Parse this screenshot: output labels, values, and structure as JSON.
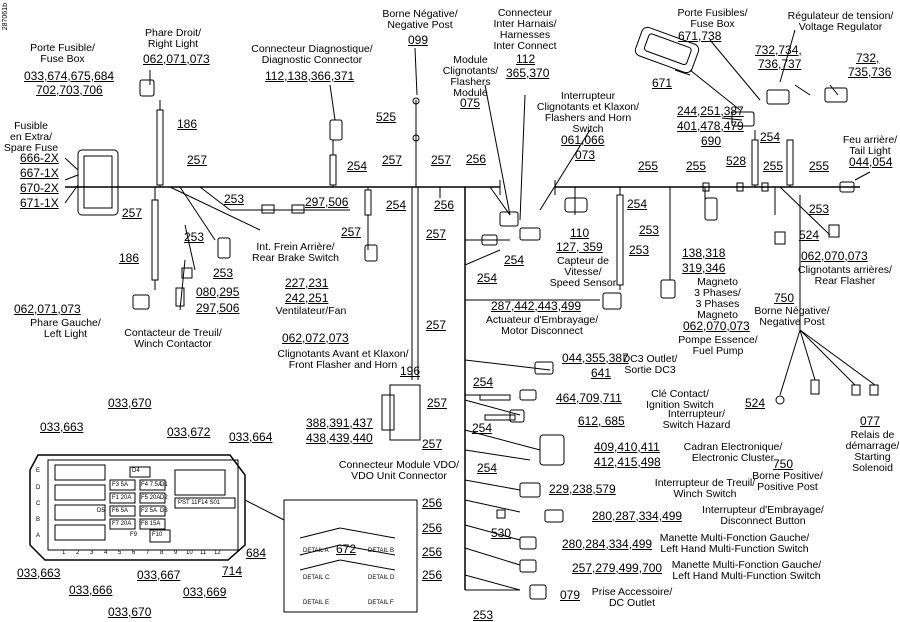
{
  "doc_code": "287061b",
  "callouts": {
    "fuse_box_left_title": "Porte Fusible/\nFuse Box",
    "fuse_box_left_refs_1": "033,674,675,684",
    "fuse_box_left_refs_2": "702,703,706",
    "spare_fuse_title": "Fusible\nen Extra/\nSpare Fuse",
    "spare_1": "666-2X",
    "spare_2": "667-1X",
    "spare_3": "670-2X",
    "spare_4": "671-1X",
    "right_light_title": "Phare Droit/\nRight Light",
    "right_light_refs": "062,071,073",
    "diag_title": "Connecteur Diagnostique/\nDiagnostic Connector",
    "diag_refs": "112,138,366,371",
    "neg_post_title": "Borne Négative/\nNegative Post",
    "neg_post_ref": "099",
    "inter_conn_title": "Connecteur\nInter Harnais/\nHarnesses\nInter Connect",
    "inter_conn_refs_1": "112",
    "inter_conn_refs_2": "365,370",
    "flasher_title": "Module\nClignotants/\nFlashers\nModule",
    "flasher_ref": "075",
    "fuse_box_right_title": "Porte Fusibles/\nFuse Box",
    "fuse_box_right_refs": "671,738",
    "regulator_title": "Régulateur de tension/\nVoltage Regulator",
    "refs_732a_1": "732,734,",
    "refs_732a_2": "736,737",
    "refs_732b_1": "732,",
    "refs_732b_2": "735,736",
    "ref_671": "671",
    "horn_switch_title": "Interrupteur\nClignotants et Klaxon/\nFlashers and Horn\nSwitch",
    "horn_switch_refs_1": "061,066",
    "horn_switch_refs_2": "073",
    "refs_244_1": "244,251,387",
    "refs_244_2": "401,478,479",
    "refs_244_3": "690",
    "tail_light_title": "Feu arrière/\nTail Light",
    "tail_light_refs": "044,054",
    "ref_525": "525",
    "brake_switch_title": "Int. Frein Arrière/\nRear Brake Switch",
    "brake_refs": "297,506",
    "fan_refs_1": "227,231",
    "fan_refs_2": "242,251",
    "fan_title": "Ventilateur/Fan",
    "refs_080": "080,295",
    "refs_297b": "297,506",
    "left_light_refs": "062,071,073",
    "left_light_title": "Phare Gauche/\nLeft Light",
    "winch_contactor_title": "Contacteur de Treuil/\nWinch Contactor",
    "front_flasher_refs": "062,072,073",
    "front_flasher_title": "Clignotants Avant et Klaxon/\nFront Flasher and Horn",
    "speed_refs_1": "110",
    "speed_refs_2": "127, 359",
    "speed_title": "Capteur de\nVitesse/\nSpeed Sensor",
    "clutch_refs": "287,442,443,499",
    "clutch_title": "Actuateur d'Embrayage/\nMotor Disconnect",
    "magneto_refs_1": "138,318",
    "magneto_refs_2": "319,346",
    "magneto_title": "Magneto\n3 Phases/\n3 Phases\nMagneto",
    "fuel_pump_refs": "062,070,073",
    "fuel_pump_title": "Pompe Essence/\nFuel Pump",
    "rear_flasher_refs": "062,070,073",
    "rear_flasher_title": "Clignotants arrières/\nRear Flasher",
    "neg_post2_ref": "750",
    "neg_post2_title": "Borne Négative/\nNegative Post",
    "dc3_refs": "044,355,387",
    "dc3_title": "DC3 Outlet/\nSortie DC3",
    "ref_641": "641",
    "ignition_refs": "464,709,711",
    "ignition_title": "Clé Contact/\nIgnition Switch",
    "hazard_refs": "612, 685",
    "hazard_title": "Interrupteur/\nSwitch Hazard",
    "cluster_refs_1": "409,410,411",
    "cluster_refs_2": "412,415,498",
    "cluster_title": "Cadran Electronique/\nElectronic Cluster",
    "winch_switch_refs": "229,238,579",
    "winch_switch_title": "Interrupteur de Treuil/\nWinch Switch",
    "disconnect_refs": "280,287,334,499",
    "disconnect_title": "Interrupteur d'Embrayage/\nDisconnect Button",
    "lh_switch1_refs": "280,284,334,499",
    "lh_switch1_title": "Manette Multi-Fonction Gauche/\nLeft Hand Multi-Function Switch",
    "lh_switch2_refs": "257,279,499,700",
    "lh_switch2_title": "Manette Multi-Fonction Gauche/\nLeft Hand Multi-Function Switch",
    "dc_outlet_ref": "079",
    "dc_outlet_title": "Prise Accessoire/\nDC Outlet",
    "ref_530": "530",
    "ref_524a": "524",
    "ref_524b": "524",
    "ref_077": "077",
    "starter_title": "Relais de\ndémarrage/\nStarting\nSolenoid",
    "pos_post_ref": "750",
    "pos_post_title": "Borne Positive/\nPositive Post",
    "vdo_refs_1": "388,391,437",
    "vdo_refs_2": "438,439,440",
    "vdo_title": "Connecteur Module VDO/\nVDO Unit Connector",
    "ref_196": "196",
    "ref_672": "672",
    "ref_684": "684",
    "ref_714": "714",
    "ref_033_663_top": "033,663",
    "ref_033_670_top": "033,670",
    "ref_033_672": "033,672",
    "ref_033_664": "033,664",
    "ref_033_663_bot": "033,663",
    "ref_033_666": "033,666",
    "ref_033_667": "033,667",
    "ref_033_669": "033,669",
    "ref_033_670_bot": "033,670"
  },
  "wire_labels": {
    "w186a": "186",
    "w186b": "186",
    "w257a": "257",
    "w257b": "257",
    "w257c": "257",
    "w257d": "257",
    "w257e": "257",
    "w257f": "257",
    "w257g": "257",
    "w257h": "257",
    "w257i": "257",
    "w254a": "254",
    "w254b": "254",
    "w254c": "254",
    "w254d": "254",
    "w254e": "254",
    "w254f": "254",
    "w254g": "254",
    "w254h": "254",
    "w254i": "254",
    "w256a": "256",
    "w256b": "256",
    "w256c": "256",
    "w256d": "256",
    "w256e": "256",
    "w256f": "256",
    "w253a": "253",
    "w253b": "253",
    "w253c": "253",
    "w253d": "253",
    "w253e": "253",
    "w253f": "253",
    "w253g": "253",
    "w255a": "255",
    "w255b": "255",
    "w255c": "255",
    "w255d": "255",
    "w528": "528"
  },
  "fuse_grid": {
    "rows": [
      "E",
      "D",
      "C",
      "B",
      "A"
    ],
    "cols": [
      "1",
      "2",
      "3",
      "4",
      "5",
      "6",
      "7",
      "8",
      "9",
      "10",
      "11",
      "12"
    ],
    "fuses": [
      "F3 5A",
      "F4 7.5A",
      "F1 20A",
      "F5 20A",
      "F6 5A",
      "F2 5A",
      "F7 20A",
      "F8 15A",
      "D4",
      "D5",
      "D1",
      "D2",
      "D3",
      "F10",
      "F9"
    ],
    "part_label": "PST 11F14 S01"
  },
  "detail_box": {
    "labels": [
      "DETAIL A",
      "DETAIL B",
      "DETAIL C",
      "DETAIL D",
      "DETAIL E",
      "DETAIL F"
    ]
  }
}
